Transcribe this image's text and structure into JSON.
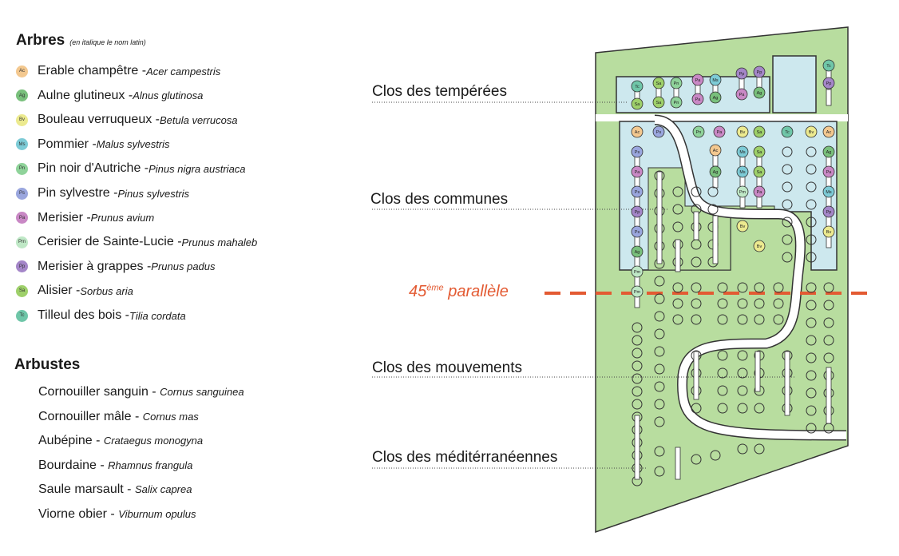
{
  "trees": {
    "title": "Arbres",
    "subtitle": "(en italique le nom latin)",
    "items": [
      {
        "code": "Ac",
        "name": "Erable champêtre",
        "sep": " - ",
        "latin": "Acer campestris",
        "color": "#f3c88f"
      },
      {
        "code": "Ag",
        "name": "Aulne glutineux",
        "sep": " - ",
        "latin": "Alnus glutinosa",
        "color": "#79c07c"
      },
      {
        "code": "Bv",
        "name": "Bouleau verruqueux",
        "sep": " - ",
        "latin": "Betula verrucosa",
        "color": "#ecea8f"
      },
      {
        "code": "Ms",
        "name": "Pommier",
        "sep": " - ",
        "latin": "Malus sylvestris",
        "color": "#7dcbd6"
      },
      {
        "code": "Pn",
        "name": "Pin noir d'Autriche",
        "sep": " - ",
        "latin": "Pinus nigra austriaca",
        "color": "#8fd39a"
      },
      {
        "code": "Ps",
        "name": "Pin sylvestre",
        "sep": " - ",
        "latin": "Pinus sylvestris",
        "color": "#9aa6de"
      },
      {
        "code": "Pa",
        "name": "Merisier",
        "sep": " - ",
        "latin": "Prunus avium",
        "color": "#c988c5"
      },
      {
        "code": "Pm",
        "name": "Cerisier de Sainte-Lucie",
        "sep": " - ",
        "latin": "Prunus mahaleb",
        "color": "#bfe8c6"
      },
      {
        "code": "Pp",
        "name": "Merisier à grappes",
        "sep": " - ",
        "latin": "Prunus padus",
        "color": "#a486c8"
      },
      {
        "code": "Sa",
        "name": "Alisier",
        "sep": " - ",
        "latin": "Sorbus aria",
        "color": "#9ed06a"
      },
      {
        "code": "Tc",
        "name": "Tilleul des bois",
        "sep": " - ",
        "latin": "Tilia cordata",
        "color": "#6fc6a8"
      }
    ]
  },
  "shrubs": {
    "title": "Arbustes",
    "items": [
      {
        "name": "Cornouiller sanguin",
        "sep": " - ",
        "latin": "Cornus sanguinea"
      },
      {
        "name": "Cornouiller mâle",
        "sep": " - ",
        "latin": "Cornus mas"
      },
      {
        "name": "Aubépine",
        "sep": " - ",
        "latin": "Crataegus monogyna"
      },
      {
        "name": "Bourdaine",
        "sep": " - ",
        "latin": "Rhamnus frangula"
      },
      {
        "name": "Saule marsault",
        "sep": " - ",
        "latin": "Salix caprea"
      },
      {
        "name": "Viorne obier",
        "sep": " - ",
        "latin": "Viburnum opulus"
      }
    ]
  },
  "clos": {
    "temperees": "Clos des tempérées",
    "communes": "Clos des communes",
    "mouvements": "Clos des mouvements",
    "mediterraneennes": "Clos des méditérranéennes"
  },
  "parallel": {
    "prefix": "45",
    "sup": "ème",
    "suffix": " parallèle"
  },
  "map_codes": {
    "top_row": [
      "Tc",
      "Sa",
      "Sa",
      "Sa",
      "Pn",
      "Pn",
      "Pa",
      "Pa",
      "Ms",
      "Ag",
      "Pp",
      "Pa",
      "Pp",
      "Ag"
    ],
    "top_right": [
      "Tc",
      "Pp"
    ],
    "row2": [
      "Ac",
      "Ps",
      "Pn",
      "Pa",
      "Bv",
      "Sa",
      "Tc",
      "Bv",
      "Ac"
    ],
    "mid_cluster": [
      "Ac",
      "Ms",
      "Sa",
      "Ms",
      "Ag",
      "Sa",
      "Pm",
      "Pa"
    ],
    "left_column": [
      "Ps",
      "Pa",
      "Ps",
      "Pp",
      "Ps",
      "Ag",
      "Pm",
      "Pm"
    ],
    "right_column": [
      "Ag",
      "Pa",
      "Ms",
      "Pp",
      "Bv"
    ],
    "bv_pair": [
      "Bv",
      "Bv"
    ]
  },
  "colors": {
    "field": "#b8dd9f",
    "clos_blue": "#cde8ee",
    "path": "#ffffff",
    "parallel": "#e35a32"
  }
}
